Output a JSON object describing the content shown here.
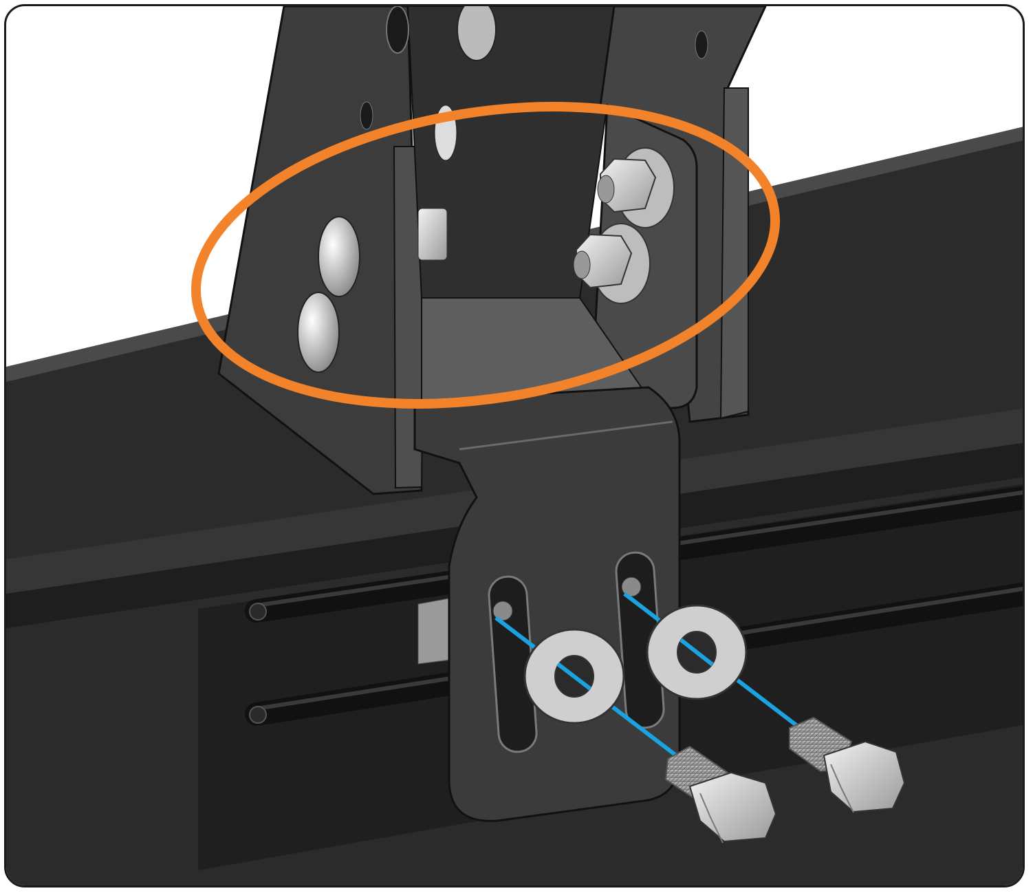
{
  "diagram": {
    "type": "assembly-illustration",
    "callout": {
      "shape": "ellipse",
      "color": "#f2832a"
    },
    "fastener_path_color": "#1aa3e0",
    "colors": {
      "background": "#ffffff",
      "steel_dark": "#2b2b2b",
      "steel_mid": "#3c3c3c",
      "steel_light": "#5a5a5a",
      "hardware": "#c8c8c8",
      "frame_border": "#1a1a1a"
    },
    "parts": [
      {
        "name": "mount-arm",
        "icon": "bracket-icon"
      },
      {
        "name": "foot-bracket",
        "icon": "bracket-icon"
      },
      {
        "name": "rail-crossbar",
        "icon": "rail-icon"
      },
      {
        "name": "hex-bolt",
        "count": 2,
        "icon": "bolt-icon"
      },
      {
        "name": "flat-washer",
        "count": 2,
        "icon": "washer-icon"
      },
      {
        "name": "hex-nut",
        "count": 2,
        "icon": "nut-icon"
      },
      {
        "name": "button-head-bolt",
        "count": 2,
        "icon": "bolt-icon"
      }
    ]
  }
}
